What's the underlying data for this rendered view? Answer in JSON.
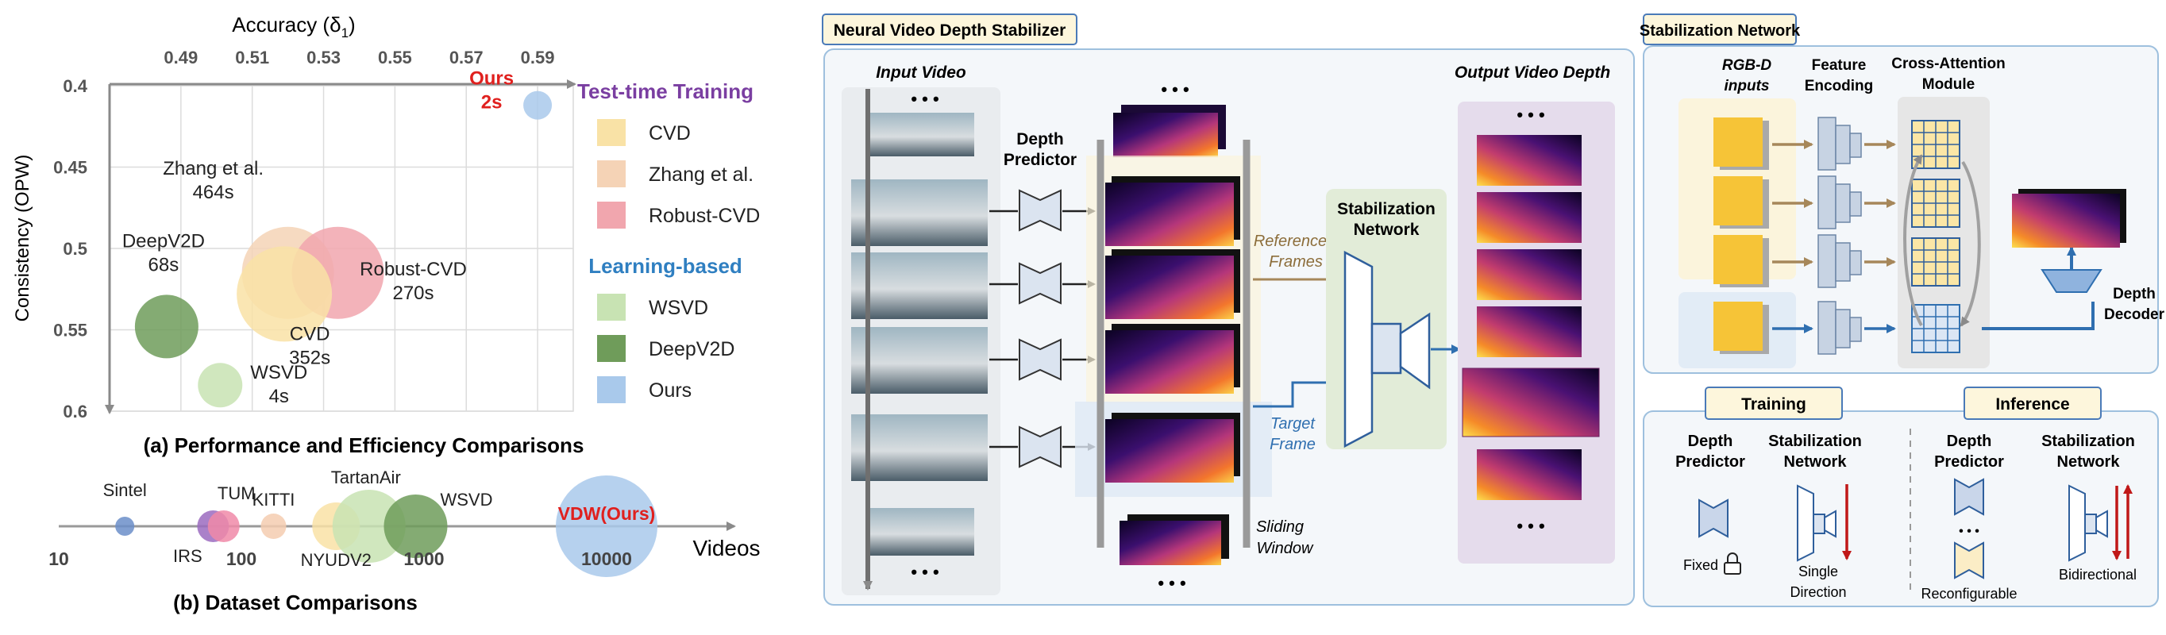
{
  "chart_data": {
    "type": "scatter",
    "title": "(a) Performance and Efficiency Comparisons",
    "xlabel": "Accuracy (δ",
    "xlabel_sub": "1",
    "xlabel_close": ")",
    "ylabel": "Consistency (OPW)",
    "xticks": [
      "0.49",
      "0.51",
      "0.53",
      "0.55",
      "0.57",
      "0.59"
    ],
    "yticks": [
      "0.4",
      "0.45",
      "0.5",
      "0.55",
      "0.6"
    ],
    "xlim": [
      0.47,
      0.6
    ],
    "ylim": [
      0.4,
      0.6
    ],
    "points": [
      {
        "name": "Ours",
        "x": 0.59,
        "y": 0.412,
        "time": "2s",
        "color": "#a9c9eb"
      },
      {
        "name": "Zhang et al.",
        "x": 0.52,
        "y": 0.515,
        "time": "464s",
        "color": "#f5d3b6"
      },
      {
        "name": "Robust-CVD",
        "x": 0.534,
        "y": 0.515,
        "time": "270s",
        "color": "#f1a6ae"
      },
      {
        "name": "CVD",
        "x": 0.519,
        "y": 0.528,
        "time": "352s",
        "color": "#f9e2a6"
      },
      {
        "name": "DeepV2D",
        "x": 0.486,
        "y": 0.548,
        "time": "68s",
        "color": "#6f9c5a"
      },
      {
        "name": "WSVD",
        "x": 0.501,
        "y": 0.584,
        "time": "4s",
        "color": "#c8e3b3"
      }
    ],
    "legend_groups": [
      {
        "title": "Test-time Training",
        "color": "#7a3ea1",
        "items": [
          {
            "label": "CVD",
            "color": "#f9e2a6"
          },
          {
            "label": "Zhang et al.",
            "color": "#f5d3b6"
          },
          {
            "label": "Robust-CVD",
            "color": "#f1a6ae"
          }
        ]
      },
      {
        "title": "Learning-based",
        "color": "#2f7fc1",
        "items": [
          {
            "label": "WSVD",
            "color": "#c8e3b3"
          },
          {
            "label": "DeepV2D",
            "color": "#6f9c5a"
          },
          {
            "label": "Ours",
            "color": "#a9c9eb"
          }
        ]
      }
    ]
  },
  "dataset_chart": {
    "title": "(b) Dataset Comparisons",
    "axis_label": "Videos",
    "scale": "log",
    "ticks": [
      "10",
      "100",
      "1000",
      "10000"
    ],
    "datasets": [
      {
        "name": "Sintel",
        "videos": 23,
        "color": "#6b8ec9"
      },
      {
        "name": "IRS",
        "videos": 70,
        "color": "#9b6bbf"
      },
      {
        "name": "TUM",
        "videos": 80,
        "color": "#f08aa8"
      },
      {
        "name": "KITTI",
        "videos": 150,
        "color": "#f5cdb0"
      },
      {
        "name": "NYUDV2",
        "videos": 330,
        "color": "#f9e2a6"
      },
      {
        "name": "TartanAir",
        "videos": 500,
        "color": "#c8e3b3"
      },
      {
        "name": "WSVD",
        "videos": 900,
        "color": "#6f9c5a"
      },
      {
        "name": "VDW(Ours)",
        "videos": 10000,
        "color": "#a9c9eb"
      }
    ]
  },
  "pipeline": {
    "title": "Neural Video Depth Stabilizer",
    "input_label": "Input Video",
    "depth_predictor_label_1": "Depth",
    "depth_predictor_label_2": "Predictor",
    "reference_label_1": "Reference",
    "reference_label_2": "Frames",
    "target_label_1": "Target",
    "target_label_2": "Frame",
    "stab_net_label_1": "Stabilization",
    "stab_net_label_2": "Network",
    "sliding_label_1": "Sliding",
    "sliding_label_2": "Window",
    "output_label": "Output Video Depth",
    "ellipsis": "• • •"
  },
  "stab_network": {
    "title": "Stabilization Network",
    "rgbd_1": "RGB-D",
    "rgbd_2": "inputs",
    "feat_1": "Feature",
    "feat_2": "Encoding",
    "cross_1": "Cross-Attention",
    "cross_2": "Module",
    "decoder_1": "Depth",
    "decoder_2": "Decoder"
  },
  "training": {
    "tab": "Training",
    "dp_1": "Depth",
    "dp_2": "Predictor",
    "sn_1": "Stabilization",
    "sn_2": "Network",
    "fixed": "Fixed",
    "single_1": "Single",
    "single_2": "Direction"
  },
  "inference": {
    "tab": "Inference",
    "dp_1": "Depth",
    "dp_2": "Predictor",
    "sn_1": "Stabilization",
    "sn_2": "Network",
    "reconf": "Reconfigurable",
    "bidir": "Bidirectional",
    "dots": "• • •"
  }
}
